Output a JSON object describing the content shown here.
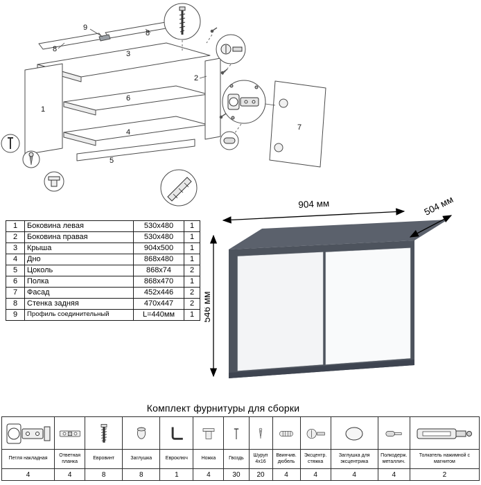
{
  "diagram": {
    "parts": [
      "1",
      "2",
      "3",
      "4",
      "5",
      "6",
      "7",
      "8",
      "9"
    ]
  },
  "parts_table": {
    "rows": [
      {
        "num": "1",
        "name": "Боковина левая",
        "size": "530x480",
        "qty": "1"
      },
      {
        "num": "2",
        "name": "Боковина правая",
        "size": "530x480",
        "qty": "1"
      },
      {
        "num": "3",
        "name": "Крыша",
        "size": "904x500",
        "qty": "1"
      },
      {
        "num": "4",
        "name": "Дно",
        "size": "868x480",
        "qty": "1"
      },
      {
        "num": "5",
        "name": "Цоколь",
        "size": "868x74",
        "qty": "2"
      },
      {
        "num": "6",
        "name": "Полка",
        "size": "868x470",
        "qty": "1"
      },
      {
        "num": "7",
        "name": "Фасад",
        "size": "452x446",
        "qty": "2"
      },
      {
        "num": "8",
        "name": "Стенка задняя",
        "size": "470x447",
        "qty": "2"
      },
      {
        "num": "9",
        "name": "Профиль соединительный",
        "size": "L=440мм",
        "qty": "1"
      }
    ]
  },
  "cabinet": {
    "width": "904 мм",
    "depth": "504 мм",
    "height": "546 мм",
    "body_color": "#4d535d",
    "top_color": "#5b616c",
    "door_color": "#f8f9fa"
  },
  "hardware": {
    "title": "Комплект фурнитуры для сборки",
    "items": [
      {
        "name": "Петля накладная",
        "qty": "4",
        "icon": "hinge-icon"
      },
      {
        "name": "Ответная планка",
        "qty": "4",
        "icon": "mounting-plate-icon"
      },
      {
        "name": "Евровинт",
        "qty": "8",
        "icon": "euro-screw-icon"
      },
      {
        "name": "Заглушка",
        "qty": "8",
        "icon": "cap-icon"
      },
      {
        "name": "Евроключ",
        "qty": "1",
        "icon": "hex-key-icon"
      },
      {
        "name": "Ножка",
        "qty": "4",
        "icon": "foot-icon"
      },
      {
        "name": "Гвоздь",
        "qty": "30",
        "icon": "nail-icon"
      },
      {
        "name": "Шуруп 4х16",
        "qty": "20",
        "icon": "screw-icon"
      },
      {
        "name": "Ввинчив. дюбель",
        "qty": "4",
        "icon": "dowel-icon"
      },
      {
        "name": "Эксцентр. стяжка",
        "qty": "4",
        "icon": "cam-lock-icon"
      },
      {
        "name": "Заглушка для эксцентрика",
        "qty": "4",
        "icon": "cam-cap-icon"
      },
      {
        "name": "Полкодерж. металлич.",
        "qty": "4",
        "icon": "shelf-pin-icon"
      },
      {
        "name": "Толкатель нажимной с магнитом",
        "qty": "2",
        "icon": "push-latch-icon"
      }
    ]
  }
}
